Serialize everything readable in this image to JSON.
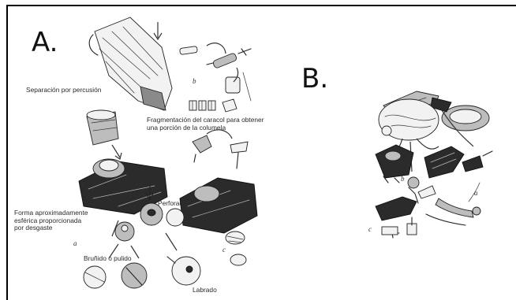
{
  "panel_a": {
    "letter": "A.",
    "labels": {
      "separation": "Separación por percusión",
      "fragmentation": "Fragmentación del caracol para obtener\nuna porción de la columela",
      "sphere_form": "Forma aproximadamente\nesférica proporcionada\npor desgaste",
      "perforado": "Perforado",
      "burnished": "Bruñido o pulido",
      "labrado": "Labrado"
    },
    "letters": {
      "a": "a",
      "b": "b",
      "c": "c"
    }
  },
  "panel_b": {
    "letter": "B.",
    "letters": {
      "a": "a",
      "b": "b",
      "c": "c"
    }
  }
}
